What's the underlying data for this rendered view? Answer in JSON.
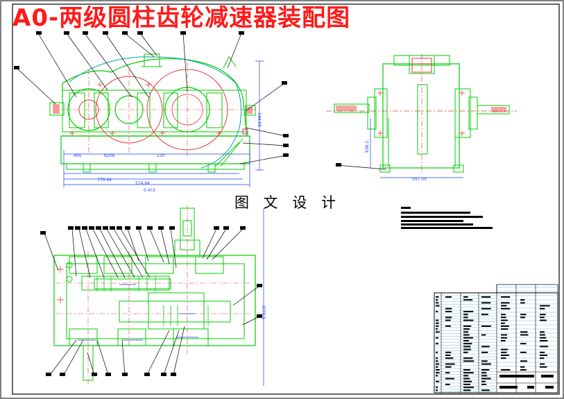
{
  "title": "A0-两级圆柱齿轮减速器装配图",
  "watermark": "图 文 设 计",
  "front_view": {
    "dims_row1": [
      "495",
      "6206",
      "120"
    ],
    "dim_row2": "770.44",
    "dim_row3": "574.64",
    "dim_row4": "0.4?3",
    "right_dim": "144.05"
  },
  "side_view": {
    "left_dim": "936.2",
    "bottom_dim": "557.05"
  },
  "top_view": {
    "right_dim": "3?70.5"
  },
  "colors": {
    "part_outline": "#00cc00",
    "gear_circles": "#e53935",
    "center_lines": "#e53935",
    "dimensions": "#1a3cff",
    "housing_curve": "#00a3a3",
    "leader": "#000000",
    "title": "#ff1a1a"
  }
}
